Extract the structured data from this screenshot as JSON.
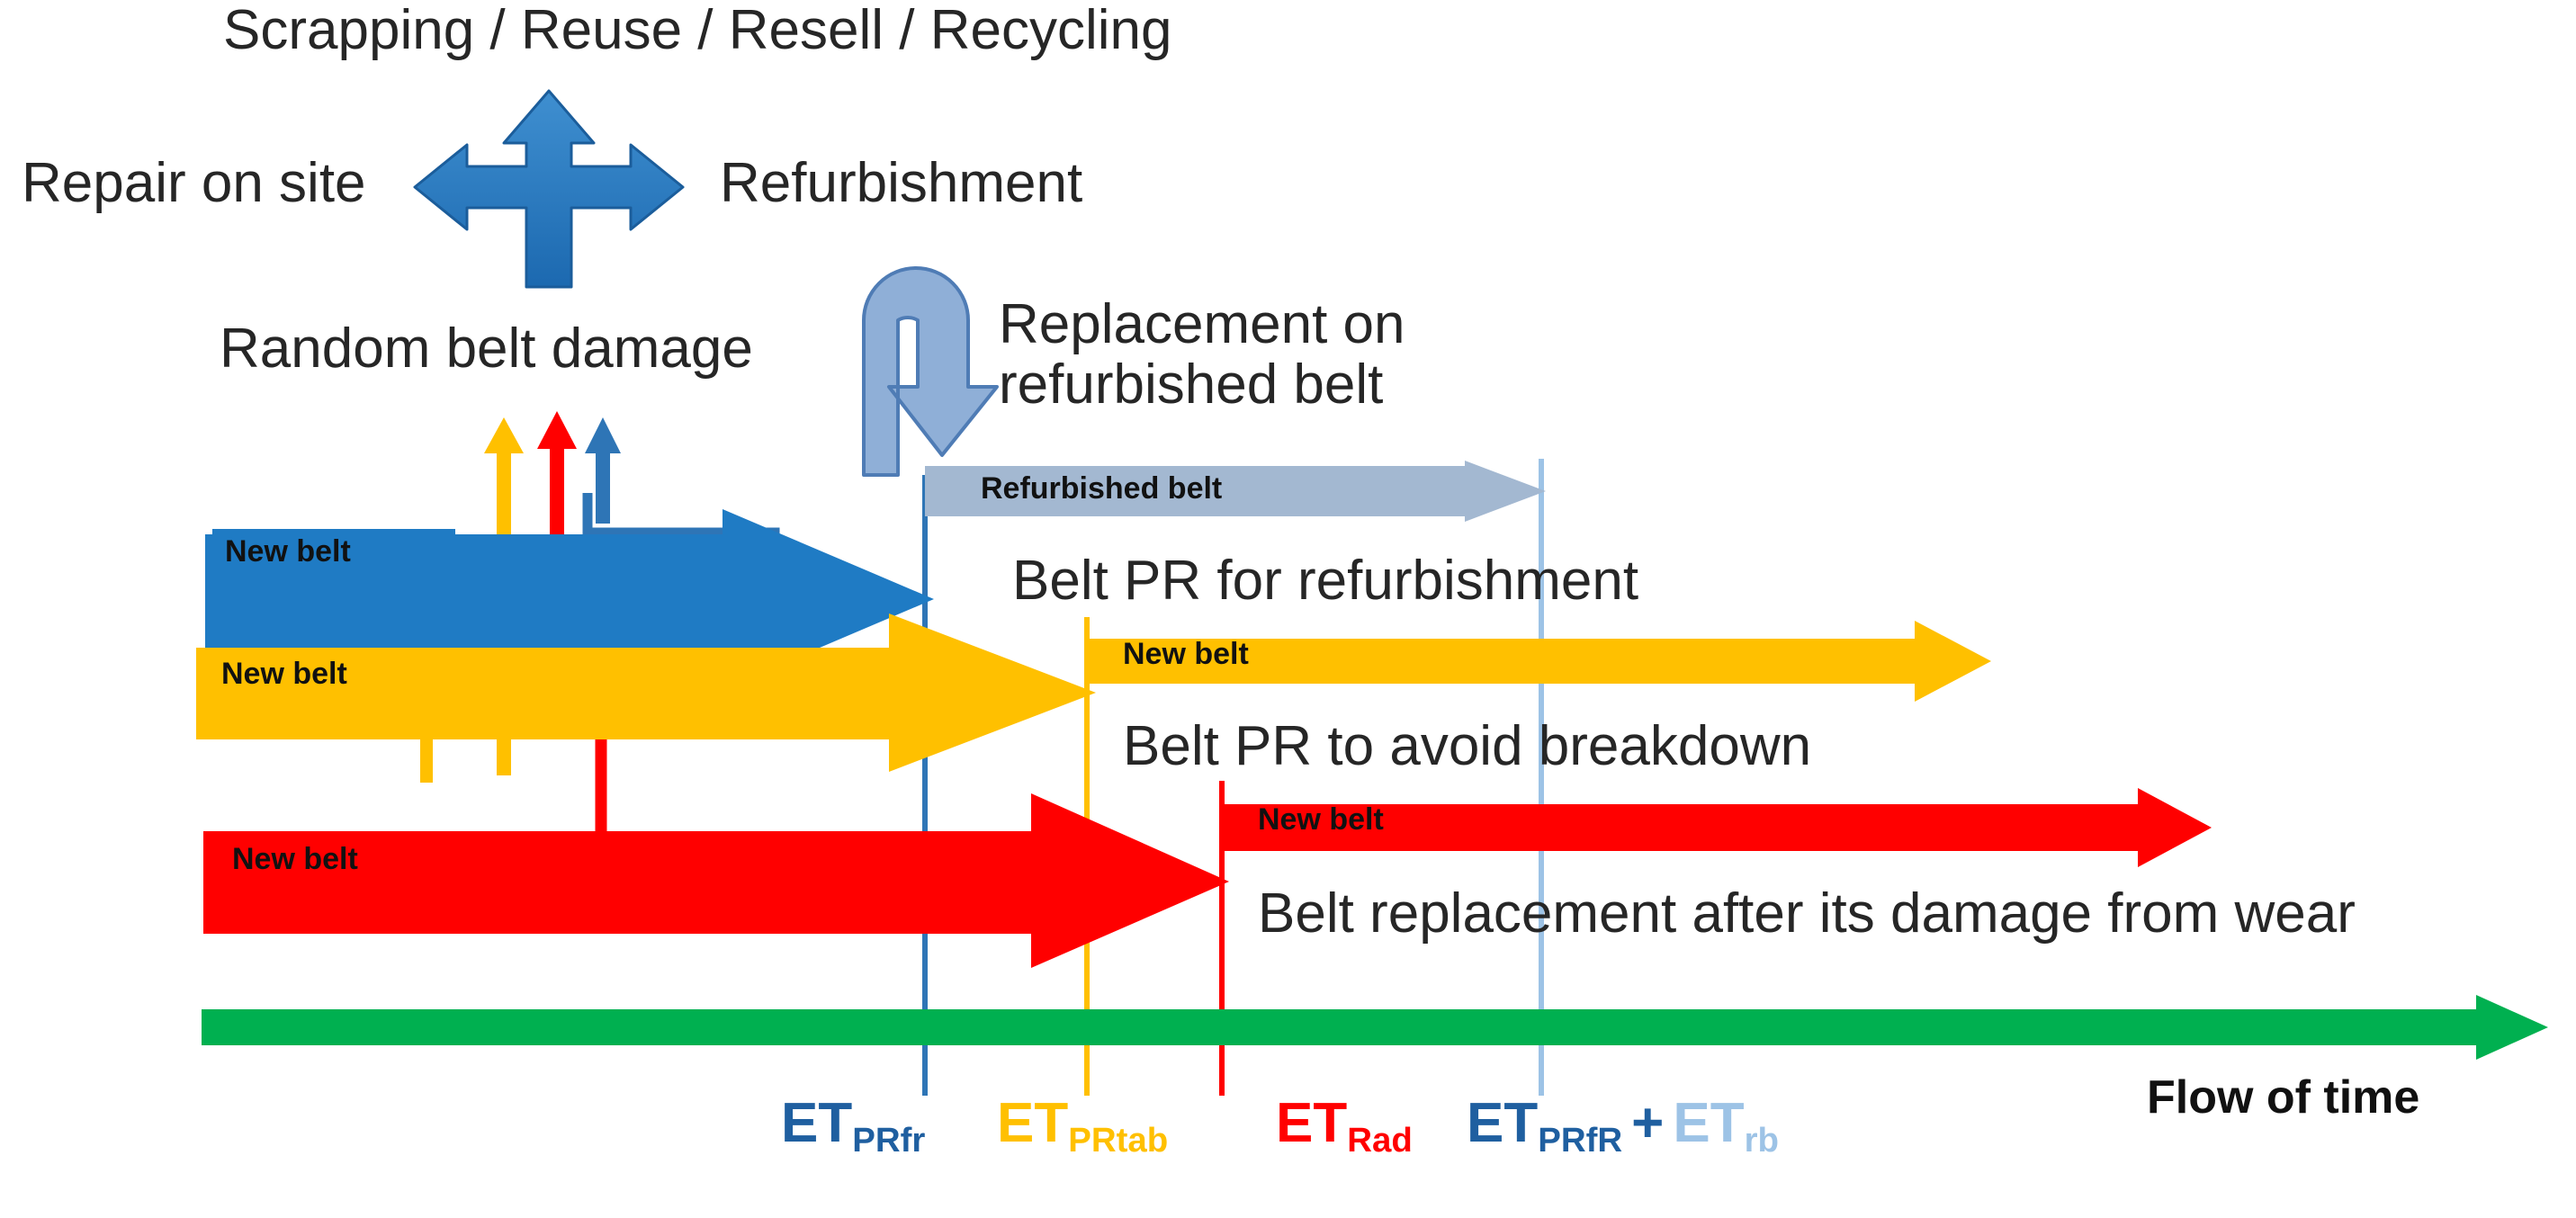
{
  "diagram": {
    "title_top": "Scrapping / Reuse / Resell / Recycling",
    "label_repair": "Repair on site",
    "label_refurbishment": "Refurbishment",
    "label_random_damage": "Random belt damage",
    "label_replacement_line1": "Replacement on",
    "label_replacement_line2": "refurbished belt",
    "label_flow_of_time": "Flow of time"
  },
  "tracks": [
    {
      "id": "blue",
      "color": "#1F7BC4",
      "belt_tag": "New belt",
      "second_tag": "Refurbished belt",
      "second_tag_color": "#A3B8D1",
      "description": "Belt PR for refurbishment"
    },
    {
      "id": "yellow",
      "color": "#FFC000",
      "belt_tag": "New belt",
      "second_tag": "New belt",
      "second_tag_color": "#FFC000",
      "description": "Belt PR to avoid breakdown"
    },
    {
      "id": "red",
      "color": "#FF0000",
      "belt_tag": "New belt",
      "second_tag": "New belt",
      "second_tag_color": "#FF0000",
      "description": "Belt replacement after its damage from wear"
    },
    {
      "id": "green",
      "color": "#00B050",
      "belt_tag": "",
      "second_tag": "",
      "second_tag_color": "",
      "description": "Flow of time"
    }
  ],
  "markers": [
    {
      "id": "et-prfr",
      "base": "ET",
      "sub": "PRfr",
      "color": "#1F5FA0",
      "line_color": "#2E75B6"
    },
    {
      "id": "et-prtab",
      "base": "ET",
      "sub": "PRtab",
      "color": "#FFC000",
      "line_color": "#FFC000"
    },
    {
      "id": "et-rad",
      "base": "ET",
      "sub": "Rad",
      "color": "#FF0000",
      "line_color": "#FF0000"
    },
    {
      "id": "et-prfr2",
      "base": "ET",
      "sub": "PRfR",
      "color": "#1F5FA0",
      "line_color": "#9DC3E6"
    },
    {
      "id": "plus",
      "base": "+",
      "sub": "",
      "color": "#1F5FA0",
      "line_color": ""
    },
    {
      "id": "et-rb",
      "base": "ET",
      "sub": "rb",
      "color": "#9DC3E6",
      "line_color": "#9DC3E6"
    }
  ],
  "colors": {
    "blue": "#1F7BC4",
    "blue_dark": "#1F5FA0",
    "yellow": "#FFC000",
    "red": "#FF0000",
    "green": "#00B050",
    "gray_arrow": "#A3B8D1",
    "light_blue": "#9DC3E6",
    "text": "#262626"
  }
}
